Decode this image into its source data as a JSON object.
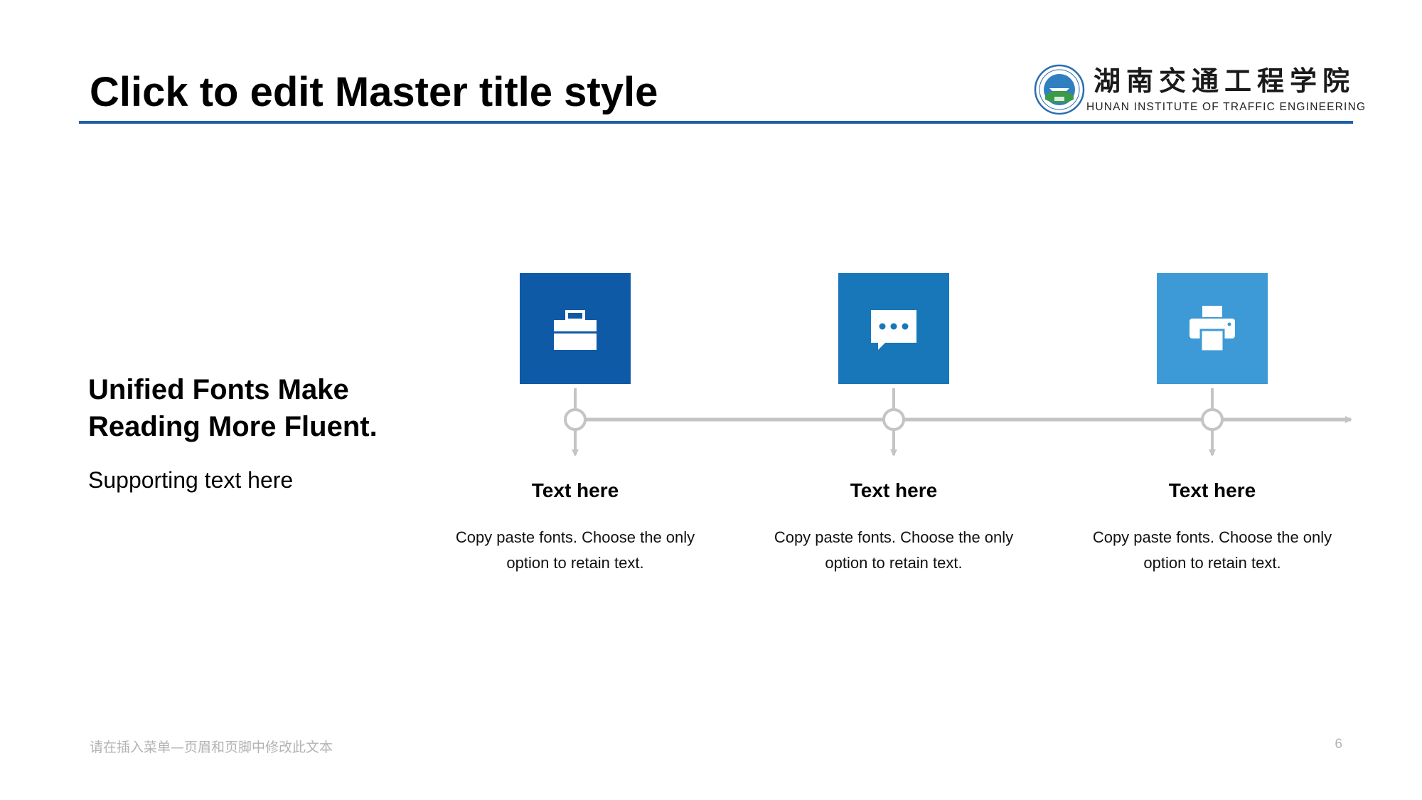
{
  "slide": {
    "title": "Click to edit Master title style",
    "headline": "Unified Fonts Make Reading More Fluent.",
    "supporting_text": "Supporting text here",
    "footer_text": "请在插入菜单—页眉和页脚中修改此文本",
    "page_number": "6"
  },
  "logo": {
    "name_cn": "湖南交通工程学院",
    "name_en": "HUNAN INSTITUTE OF TRAFFIC ENGINEERING"
  },
  "steps": [
    {
      "icon": "briefcase-icon",
      "color": "#0e5aa7",
      "title": "Text here",
      "description": "Copy paste fonts. Choose the only option to retain text."
    },
    {
      "icon": "chat-bubble-icon",
      "color": "#1877b8",
      "title": "Text here",
      "description": "Copy paste fonts. Choose the only option to retain text."
    },
    {
      "icon": "printer-icon",
      "color": "#3d9ad6",
      "title": "Text here",
      "description": "Copy paste fonts. Choose the only option to retain text."
    }
  ],
  "colors": {
    "accent_rule": "#1e5eab",
    "timeline_gray": "#c4c4c4"
  }
}
